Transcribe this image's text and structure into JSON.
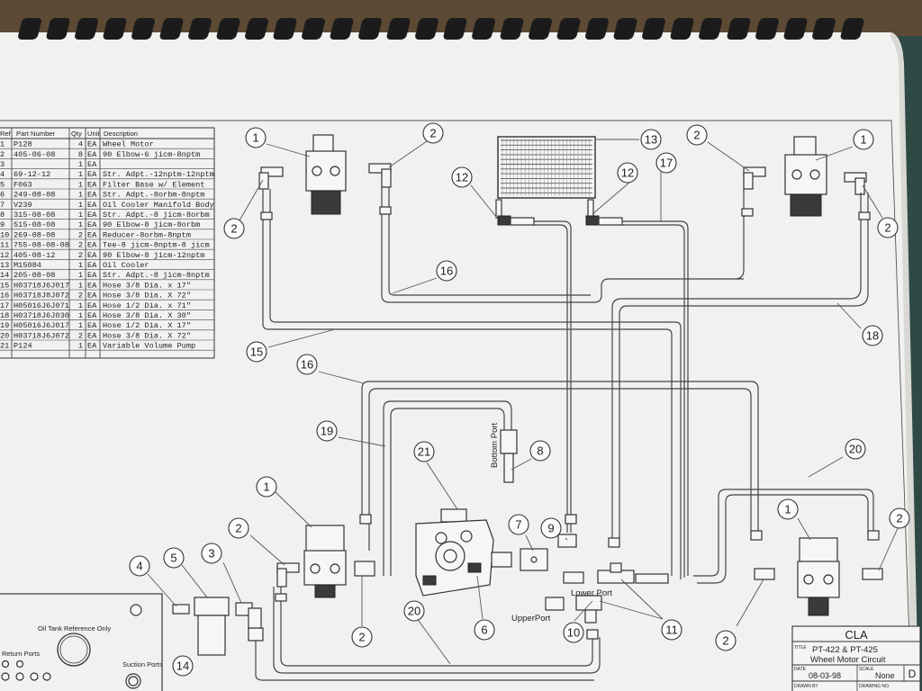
{
  "parts_table": {
    "headers": [
      "Ref",
      "Part Number",
      "Qty",
      "Unit",
      "Description"
    ],
    "rows": [
      {
        "ref": "1",
        "part": "P128",
        "qty": "4",
        "unit": "EA",
        "desc": "Wheel Motor"
      },
      {
        "ref": "2",
        "part": "405-06-08",
        "qty": "8",
        "unit": "EA",
        "desc": "90 Elbow-6 jicm-8nptm"
      },
      {
        "ref": "3",
        "part": "",
        "qty": "1",
        "unit": "EA",
        "desc": ""
      },
      {
        "ref": "4",
        "part": "69-12-12",
        "qty": "1",
        "unit": "EA",
        "desc": "Str. Adpt.-12nptm-12nptm"
      },
      {
        "ref": "5",
        "part": "F063",
        "qty": "1",
        "unit": "EA",
        "desc": "Filter Base w/ Element"
      },
      {
        "ref": "6",
        "part": "249-08-08",
        "qty": "1",
        "unit": "EA",
        "desc": "Str. Adpt.-8orbm-8nptm"
      },
      {
        "ref": "7",
        "part": "V239",
        "qty": "1",
        "unit": "EA",
        "desc": "Oil Cooler Manifold Body"
      },
      {
        "ref": "8",
        "part": "315-08-08",
        "qty": "1",
        "unit": "EA",
        "desc": "Str. Adpt.-8 jicm-8orbm"
      },
      {
        "ref": "9",
        "part": "515-08-08",
        "qty": "1",
        "unit": "EA",
        "desc": "90 Elbow-8 jicm-8orbm"
      },
      {
        "ref": "10",
        "part": "269-08-08",
        "qty": "2",
        "unit": "EA",
        "desc": "Reducer-8orbm-8nptm"
      },
      {
        "ref": "11",
        "part": "755-08-08-08",
        "qty": "2",
        "unit": "EA",
        "desc": "Tee-8 jicm-8nptm-8 jicm"
      },
      {
        "ref": "12",
        "part": "405-08-12",
        "qty": "2",
        "unit": "EA",
        "desc": "90 Elbow-8 jicm-12nptm"
      },
      {
        "ref": "13",
        "part": "M15084",
        "qty": "1",
        "unit": "EA",
        "desc": "Oil Cooler"
      },
      {
        "ref": "14",
        "part": "205-08-08",
        "qty": "1",
        "unit": "EA",
        "desc": "Str. Adpt.-8 jicm-8nptm"
      },
      {
        "ref": "15",
        "part": "H03718J6J017",
        "qty": "1",
        "unit": "EA",
        "desc": "Hose 3/8 Dia. x 17\""
      },
      {
        "ref": "16",
        "part": "H03718J8J072",
        "qty": "2",
        "unit": "EA",
        "desc": "Hose 3/8 Dia. X 72\""
      },
      {
        "ref": "17",
        "part": "H05016J6J071",
        "qty": "1",
        "unit": "EA",
        "desc": "Hose 1/2 Dia. x 71\""
      },
      {
        "ref": "18",
        "part": "H03718J6J030",
        "qty": "1",
        "unit": "EA",
        "desc": "Hose 3/8 Dia. X 30\""
      },
      {
        "ref": "19",
        "part": "H05016J6J017",
        "qty": "1",
        "unit": "EA",
        "desc": "Hose 1/2 Dia. X 17\""
      },
      {
        "ref": "20",
        "part": "H03718J6J072",
        "qty": "2",
        "unit": "EA",
        "desc": "Hose 3/8 Dia. X 72\""
      },
      {
        "ref": "21",
        "part": "P124",
        "qty": "1",
        "unit": "EA",
        "desc": "Variable Volume Pump"
      }
    ]
  },
  "labels": {
    "bottom_port": "Bottom Port",
    "lower_port": "Lower Port",
    "upper_port": "UpperPort",
    "oil_tank_ref": "Oil Tank Reference Only",
    "return_ports": "Return Ports",
    "suction_ports": "Suction Ports"
  },
  "callouts": [
    {
      "id": "c1",
      "num": "1"
    },
    {
      "id": "c2",
      "num": "2"
    },
    {
      "id": "c3",
      "num": "2"
    },
    {
      "id": "c4",
      "num": "1"
    },
    {
      "id": "c5",
      "num": "2"
    },
    {
      "id": "c6",
      "num": "2"
    },
    {
      "id": "c7",
      "num": "12"
    },
    {
      "id": "c8",
      "num": "12"
    },
    {
      "id": "c9",
      "num": "13"
    },
    {
      "id": "c10",
      "num": "17"
    },
    {
      "id": "c11",
      "num": "16"
    },
    {
      "id": "c12",
      "num": "15"
    },
    {
      "id": "c13",
      "num": "18"
    },
    {
      "id": "c14",
      "num": "16"
    },
    {
      "id": "c15",
      "num": "19"
    },
    {
      "id": "c16",
      "num": "21"
    },
    {
      "id": "c17",
      "num": "8"
    },
    {
      "id": "c18",
      "num": "7"
    },
    {
      "id": "c19",
      "num": "9"
    },
    {
      "id": "c20",
      "num": "1"
    },
    {
      "id": "c21",
      "num": "2"
    },
    {
      "id": "c22",
      "num": "4"
    },
    {
      "id": "c23",
      "num": "5"
    },
    {
      "id": "c24",
      "num": "3"
    },
    {
      "id": "c25",
      "num": "2"
    },
    {
      "id": "c26",
      "num": "20"
    },
    {
      "id": "c27",
      "num": "6"
    },
    {
      "id": "c28",
      "num": "10"
    },
    {
      "id": "c29",
      "num": "11"
    },
    {
      "id": "c30",
      "num": "20"
    },
    {
      "id": "c31",
      "num": "1"
    },
    {
      "id": "c32",
      "num": "2"
    },
    {
      "id": "c33",
      "num": "2"
    },
    {
      "id": "c34",
      "num": "14"
    }
  ],
  "title_block": {
    "company": "CLA",
    "title_key": "TITLE",
    "title_line1": "PT-422 & PT-425",
    "title_line2": "Wheel Motor Circuit",
    "date_key": "DATE",
    "date": "08-03-98",
    "scale_key": "SCALE",
    "scale": "None",
    "sheet_size": "D",
    "drawn_key": "DRAWN BY",
    "dwg_key": "DRAWING NO."
  }
}
